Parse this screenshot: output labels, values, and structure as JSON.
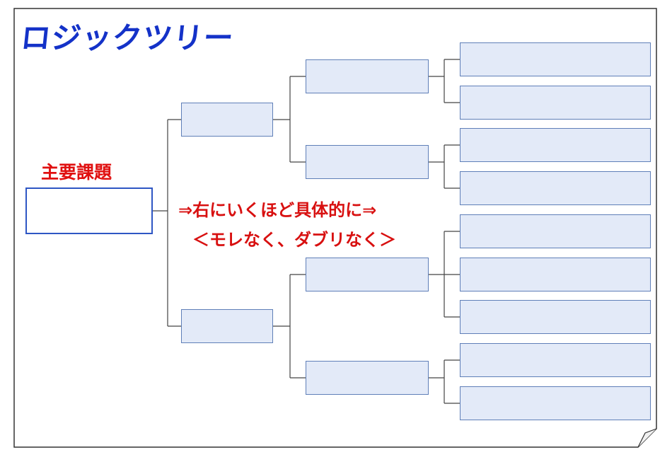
{
  "diagram": {
    "title": "ロジックツリー",
    "main_label": "主要課題",
    "note_line1": "⇒右にいくほど具体的に⇒",
    "note_line2": "＜モレなく、ダブリなく＞"
  }
}
